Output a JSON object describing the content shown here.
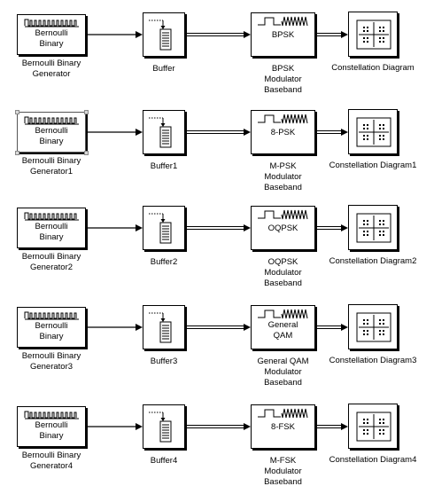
{
  "rows": [
    {
      "generator": {
        "inner": [
          "Bernoulli",
          "Binary"
        ],
        "label": [
          "Bernoulli Binary",
          "Generator"
        ]
      },
      "buffer": {
        "label": "Buffer"
      },
      "modulator": {
        "inner": [
          "BPSK"
        ],
        "label": [
          "BPSK",
          "Modulator",
          "Baseband"
        ]
      },
      "scope": {
        "label": "Constellation Diagram"
      }
    },
    {
      "generator": {
        "inner": [
          "Bernoulli",
          "Binary"
        ],
        "label": [
          "Bernoulli Binary",
          "Generator1"
        ]
      },
      "buffer": {
        "label": "Buffer1"
      },
      "modulator": {
        "inner": [
          "8-PSK"
        ],
        "label": [
          "M-PSK",
          "Modulator",
          "Baseband"
        ]
      },
      "scope": {
        "label": "Constellation Diagram1"
      }
    },
    {
      "generator": {
        "inner": [
          "Bernoulli",
          "Binary"
        ],
        "label": [
          "Bernoulli Binary",
          "Generator2"
        ]
      },
      "buffer": {
        "label": "Buffer2"
      },
      "modulator": {
        "inner": [
          "OQPSK"
        ],
        "label": [
          "OQPSK",
          "Modulator",
          "Baseband"
        ]
      },
      "scope": {
        "label": "Constellation Diagram2"
      }
    },
    {
      "generator": {
        "inner": [
          "Bernoulli",
          "Binary"
        ],
        "label": [
          "Bernoulli Binary",
          "Generator3"
        ]
      },
      "buffer": {
        "label": "Buffer3"
      },
      "modulator": {
        "inner": [
          "General",
          "QAM"
        ],
        "label": [
          "General QAM",
          "Modulator",
          "Baseband"
        ]
      },
      "scope": {
        "label": "Constellation Diagram3"
      }
    },
    {
      "generator": {
        "inner": [
          "Bernoulli",
          "Binary"
        ],
        "label": [
          "Bernoulli Binary",
          "Generator4"
        ]
      },
      "buffer": {
        "label": "Buffer4"
      },
      "modulator": {
        "inner": [
          "8-FSK"
        ],
        "label": [
          "M-FSK",
          "Modulator",
          "Baseband"
        ]
      },
      "scope": {
        "label": "Constellation Diagram4"
      }
    }
  ],
  "selected_block": "Bernoulli Binary Generator1"
}
